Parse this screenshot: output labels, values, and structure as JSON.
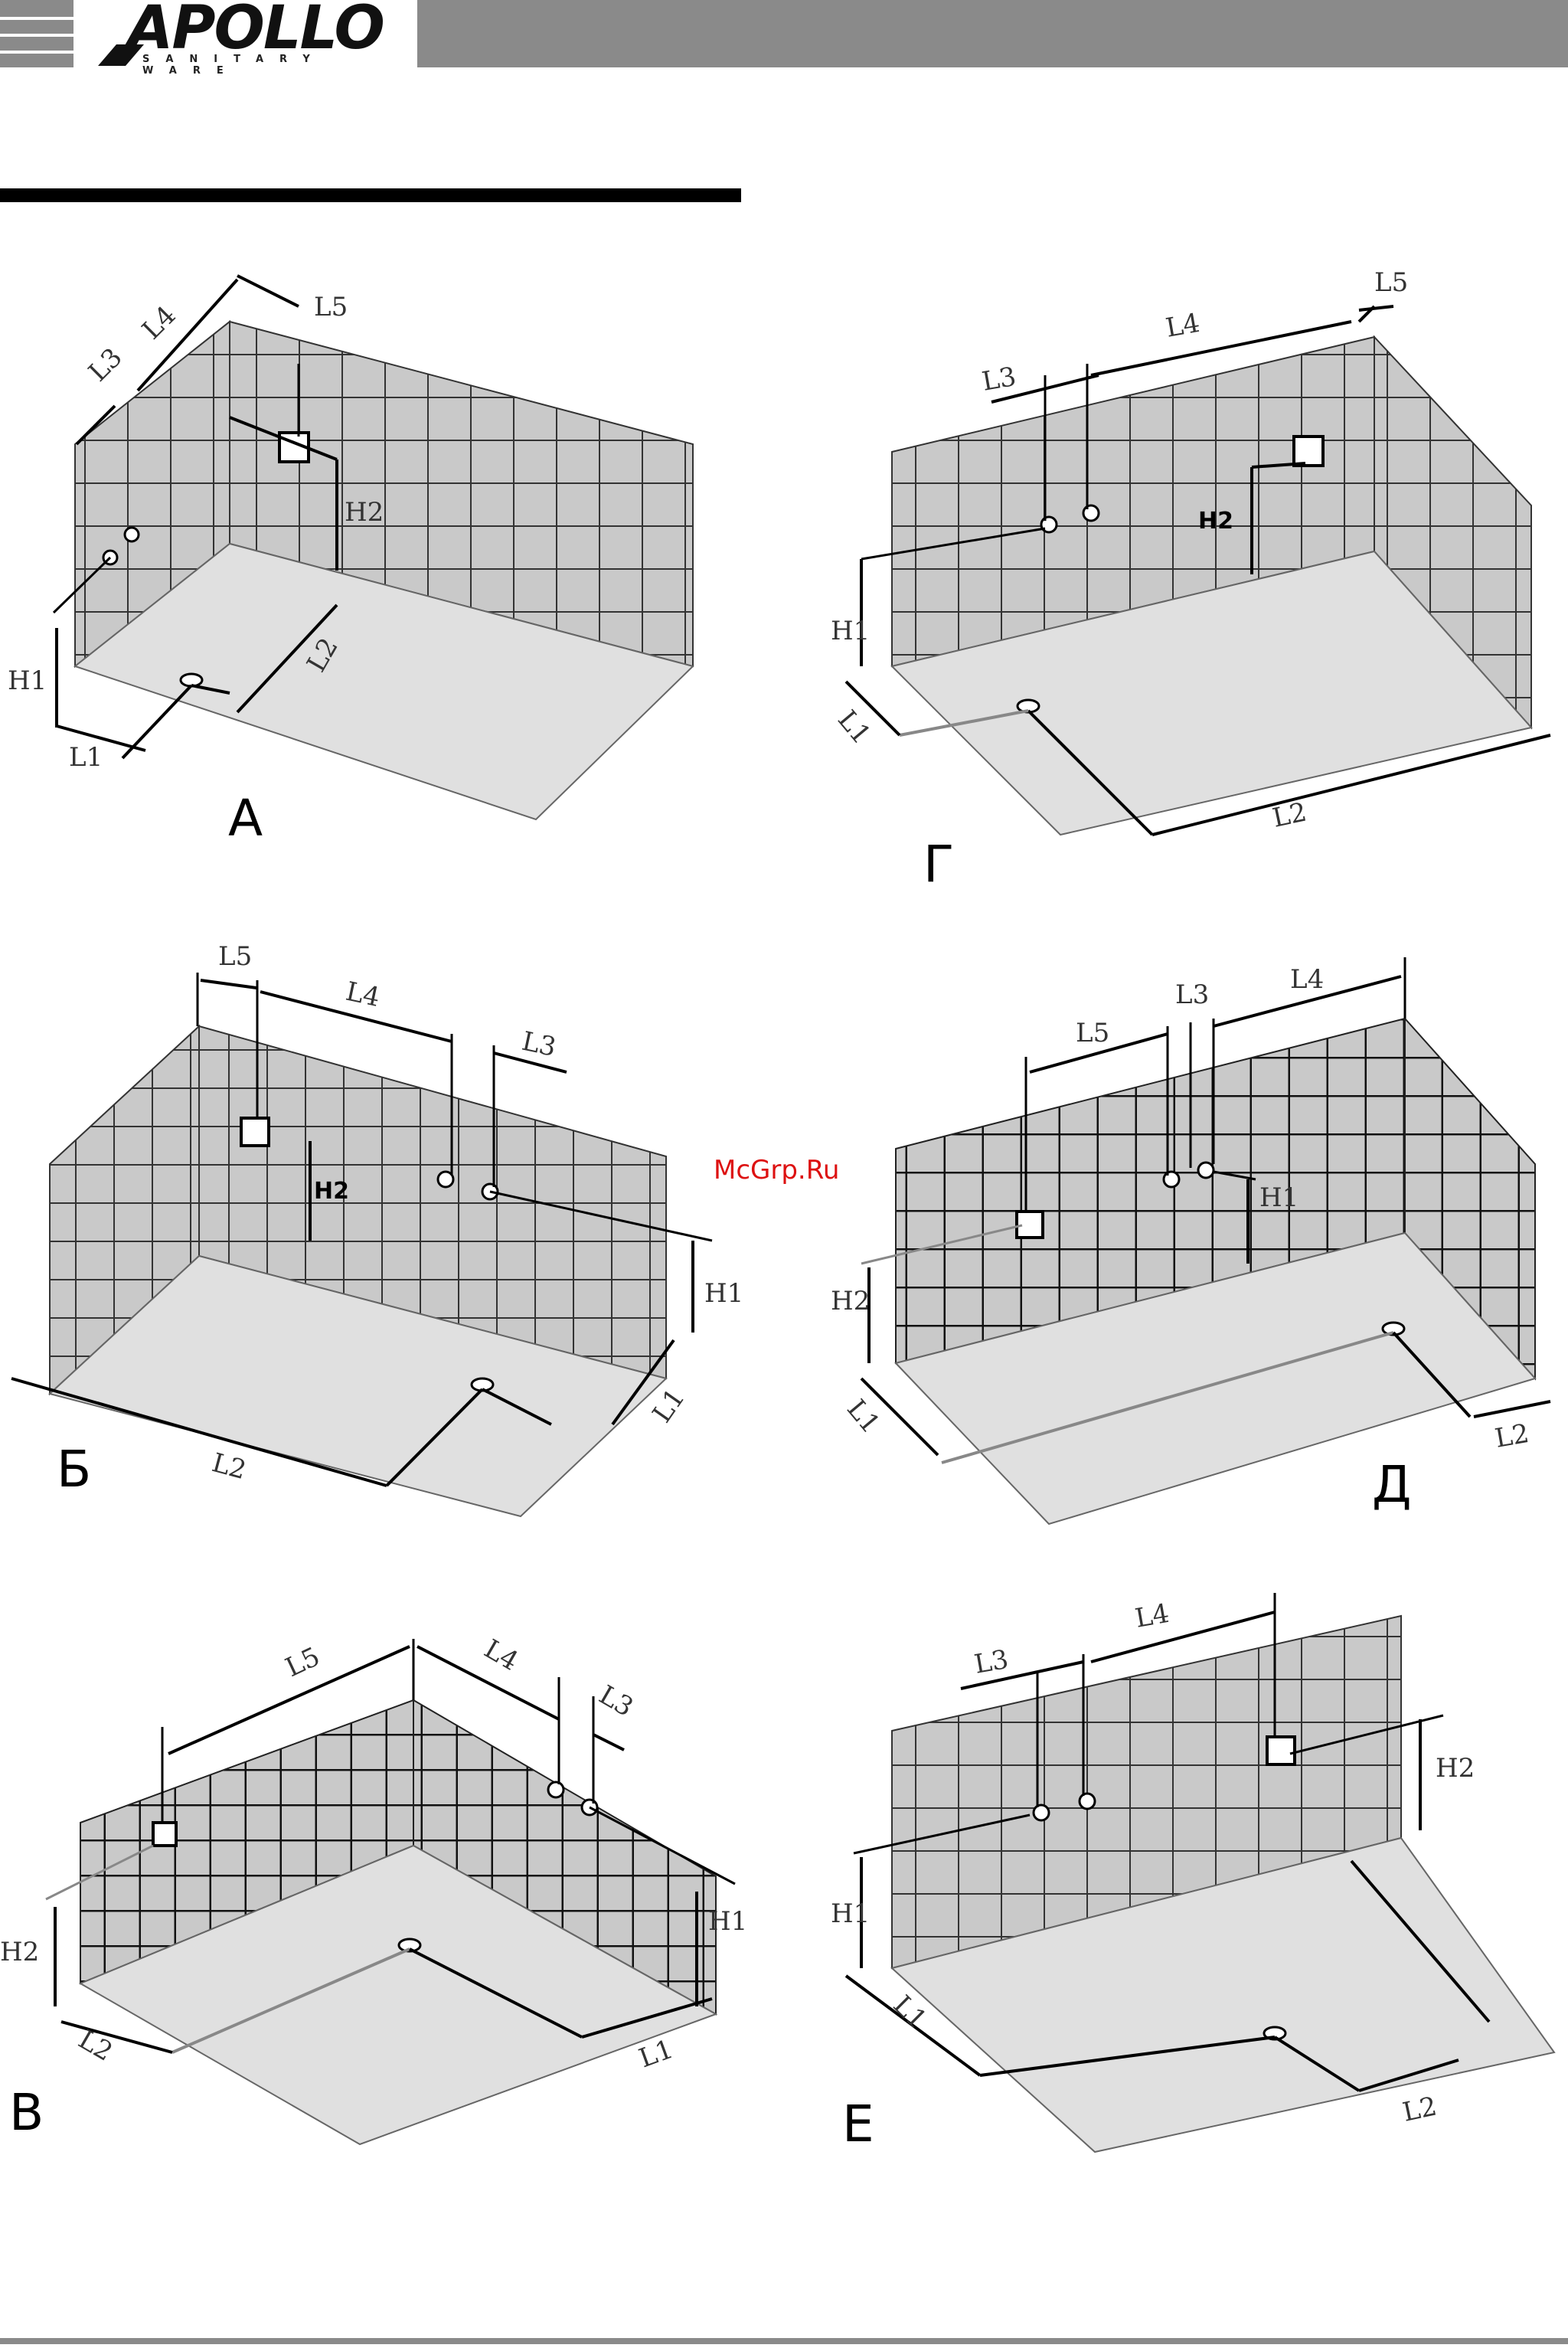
{
  "header": {
    "brand": "APOLLO",
    "tagline": "SANITARY WARE"
  },
  "watermark": "McGrp.Ru",
  "panels": [
    {
      "id": "A",
      "letter": "А",
      "labels": {
        "L1": "L1",
        "L2": "L2",
        "L3": "L3",
        "L4": "L4",
        "L5": "L5",
        "H1": "H1",
        "H2": "H2"
      }
    },
    {
      "id": "G",
      "letter": "Г",
      "labels": {
        "L1": "L1",
        "L2": "L2",
        "L3": "L3",
        "L4": "L4",
        "L5": "L5",
        "H1": "H1",
        "H2": "H2"
      }
    },
    {
      "id": "B",
      "letter": "Б",
      "labels": {
        "L1": "L1",
        "L2": "L2",
        "L3": "L3",
        "L4": "L4",
        "L5": "L5",
        "H1": "H1",
        "H2": "H2"
      }
    },
    {
      "id": "D",
      "letter": "Д",
      "labels": {
        "L1": "L1",
        "L2": "L2",
        "L3": "L3",
        "L4": "L4",
        "L5": "L5",
        "H1": "H1",
        "H2": "H2"
      }
    },
    {
      "id": "V",
      "letter": "В",
      "labels": {
        "L1": "L1",
        "L2": "L2",
        "L3": "L3",
        "L4": "L4",
        "L5": "L5",
        "H1": "H1",
        "H2": "H2"
      }
    },
    {
      "id": "E",
      "letter": "Е",
      "labels": {
        "L1": "L1",
        "L2": "L2",
        "L3": "L3",
        "L4": "L4",
        "H1": "H1",
        "H2": "H2"
      }
    }
  ]
}
